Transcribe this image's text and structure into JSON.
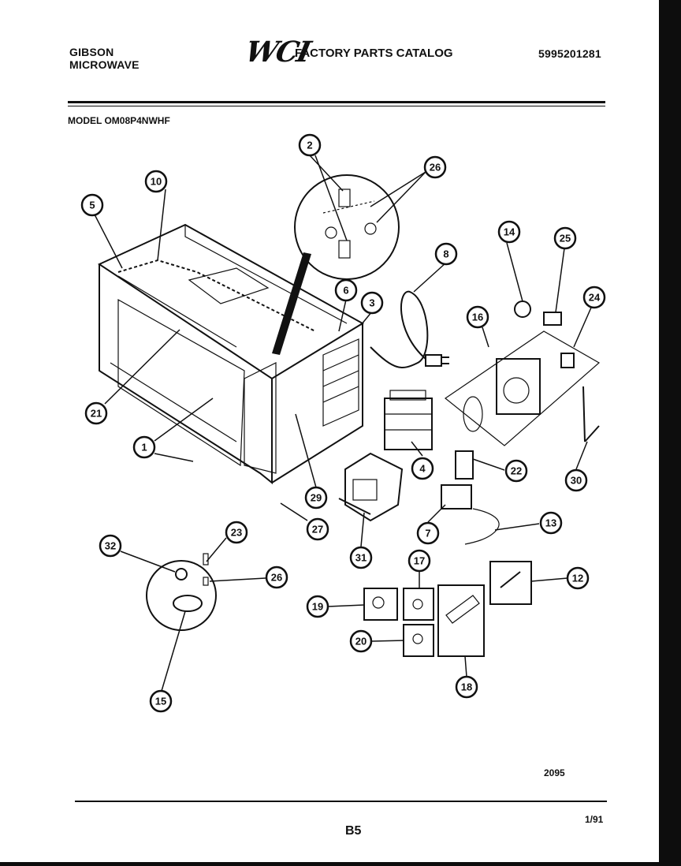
{
  "header": {
    "brand_line1": "GIBSON",
    "brand_line2": "MICROWAVE",
    "logo_text": "WCI",
    "catalog_title": "FACTORY PARTS CATALOG",
    "catalog_number": "5995201281"
  },
  "model_label": "MODEL OM08P4NWHF",
  "callouts": [
    {
      "label": "1"
    },
    {
      "label": "2"
    },
    {
      "label": "3"
    },
    {
      "label": "4"
    },
    {
      "label": "5"
    },
    {
      "label": "6"
    },
    {
      "label": "7"
    },
    {
      "label": "8"
    },
    {
      "label": "10"
    },
    {
      "label": "12"
    },
    {
      "label": "13"
    },
    {
      "label": "14"
    },
    {
      "label": "15"
    },
    {
      "label": "16"
    },
    {
      "label": "17"
    },
    {
      "label": "18"
    },
    {
      "label": "19"
    },
    {
      "label": "20"
    },
    {
      "label": "21"
    },
    {
      "label": "22"
    },
    {
      "label": "23"
    },
    {
      "label": "24"
    },
    {
      "label": "25"
    },
    {
      "label": "26"
    },
    {
      "label": "26"
    },
    {
      "label": "27"
    },
    {
      "label": "29"
    },
    {
      "label": "30"
    },
    {
      "label": "31"
    },
    {
      "label": "32"
    }
  ],
  "footer": {
    "figure_code": "2095",
    "date_code": "1/91",
    "page_code": "B5"
  }
}
